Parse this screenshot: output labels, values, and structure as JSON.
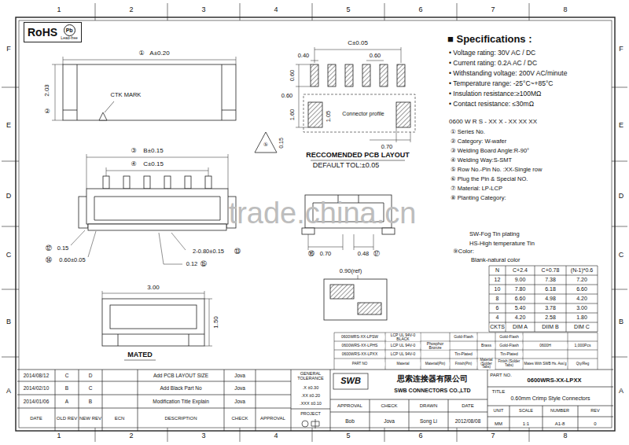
{
  "diagram": {
    "nodes": [
      {
        "text": [
          "RoHS",
          "Pb",
          "Lead-free"
        ]
      }
    ],
    "labels": [
      "1",
      "2",
      "3",
      "4",
      "5",
      "6",
      "7",
      "8",
      "1",
      "2",
      "3",
      "4",
      "5",
      "6",
      "7",
      "8",
      "F",
      "E",
      "D",
      "C",
      "B",
      "A",
      "F",
      "E",
      "D",
      "C",
      "B",
      "A",
      "①",
      "A±0.20",
      "②",
      "2.03",
      "CTK MARK",
      "C±0.05",
      "0.40",
      "0.60",
      "0.60",
      "0.60",
      "1.60",
      "1.05",
      "Connector profile",
      "⑤",
      "0.15",
      "0.70",
      "RECCOMENDED PCB LAYOUT",
      "DEFAULT TOL:±0.05",
      "■ Specifications :",
      "• Voltage rating: 30V AC / DC",
      "• Current rating: 0.2A AC / DC",
      "• Withstanding voltage: 200V AC/minute",
      "• Temperature range: -25°C~+85°C",
      "• Insulation resistance:≥100MΩ",
      "• Contact resistance: ≤30mΩ",
      "0600 W R S - XX X - XX XX XX",
      "① Series No.",
      "② Category: W-wafer",
      "③ Welding Board Angle:R-90°",
      "④ Welding Way:S-SMT",
      "⑤ Row No.-Pin No. :XX-Single row",
      "⑥ Plug the Pin & Special NO.",
      "⑦ Material: LP-LCP",
      "⑧ Planting Category:",
      "SW-Fog Tin plating",
      "HS-High temperature Tin",
      "⑨Color:",
      "Blank-natural color",
      "③",
      "B±0.15",
      "④",
      "C±0.15",
      "⑫",
      "0.15",
      "2-0.80±0.15",
      "⑬",
      "⑭",
      "0.60±0.05",
      "0.12",
      "⑮",
      "3.00",
      "1.50",
      "MATED",
      "⑯",
      "0.70",
      "0.48",
      "⑰",
      "0.90(ref)",
      "trade.china.cn",
      "N",
      "C+2.4",
      "C+0.78",
      "(N-1)*0.6",
      "12",
      "9.00",
      "7.38",
      "7.20",
      "10",
      "7.80",
      "6.18",
      "6.60",
      "8",
      "6.60",
      "4.98",
      "4.20",
      "6",
      "5.40",
      "3.78",
      "3.00",
      "4",
      "4.20",
      "2.58",
      "1.80",
      "CKTS",
      "DIM A",
      "DIIM B",
      "DIM C",
      "0600WRS-XX-LPSW",
      "LCP UL 94V-0 BLACK",
      "Gold-Flash",
      "Gold-Flash",
      "0600WRS-XX-LPHS",
      "LCP UL 94V-0",
      "Phosphor Bronze",
      "Brass",
      "Gold-Flash",
      "0600H",
      "1,000Pcs",
      "0600WRS-XX-LPXX",
      "LCP UL 94V-0",
      "Tin-Plated",
      "Tin-Plated",
      "PART NO",
      "Material",
      "Material(Pin)",
      "Finish(Pin)",
      "Material (Solder Tabs)",
      "Finish (Solder Tabs)",
      "Mates With SWB Hs. Ass'g",
      "Qty/Reg",
      "2014/08/12",
      "C",
      "D",
      "Add PCB LAYOUT SIZE",
      "Jova",
      "2014/02/10",
      "B",
      "C",
      "Add Black Part No",
      "Jova",
      "2014/01/06",
      "A",
      "B",
      "Modification Title Explain",
      "Jova",
      "DATE",
      "OLD REV",
      "NEW REV",
      "ECN",
      "DESCRIPTION",
      "CHECK",
      "APPROVAL",
      "GENERAL TOLERANCE",
      ".X ±0.30",
      ".XX ±0.20",
      ".XXX ±0.10",
      "PROJECT",
      "SWB",
      "思索连接器有限公司",
      "SWB CONNECTORS CO.,LTD",
      "APPROVAL",
      "CHECK",
      "DRAWN",
      "DATE",
      "Bob",
      "Jova",
      "Song Li",
      "2012/08/08",
      "PART NO.",
      "0600WRS-XX-LPXX",
      "TITLE",
      "0.60mm Crimp Style Connectors",
      "UNIT",
      "SCALE",
      "NUMBER",
      "REV",
      "MM",
      "1:1",
      "A1-8",
      "0"
    ]
  }
}
